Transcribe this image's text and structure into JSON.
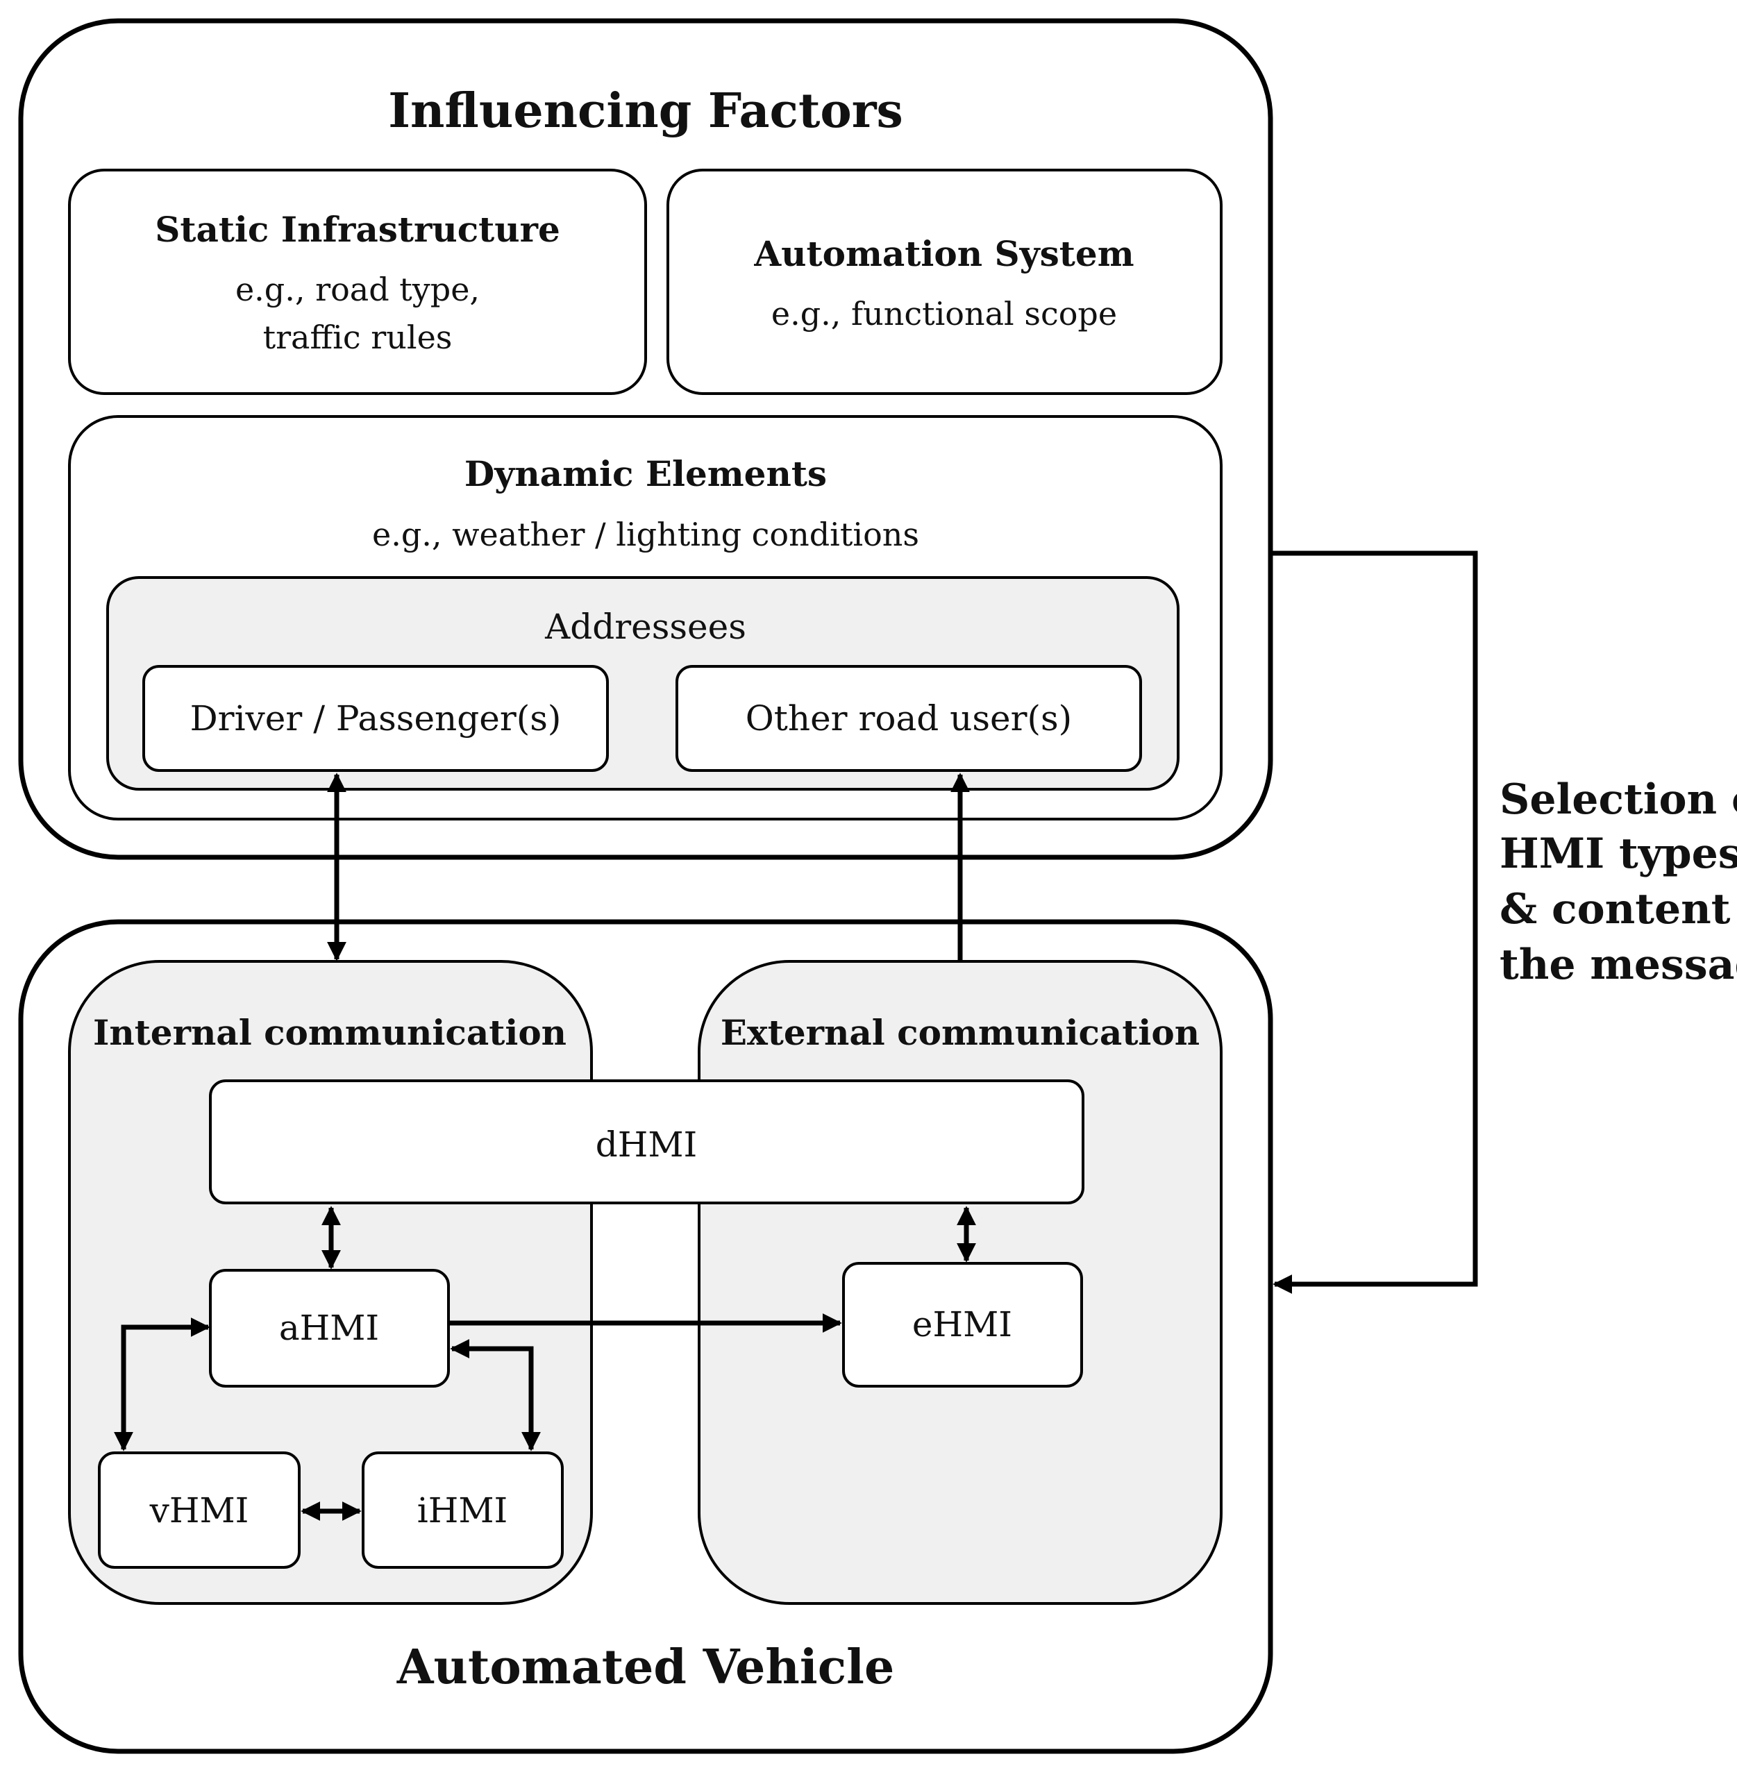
{
  "influencing_factors": {
    "title": "Influencing Factors",
    "static_infrastructure": {
      "title": "Static Infrastructure",
      "example_line1": "e.g., road type,",
      "example_line2": "traffic rules"
    },
    "automation_system": {
      "title": "Automation System",
      "example": "e.g., functional scope"
    },
    "dynamic_elements": {
      "title": "Dynamic Elements",
      "example": "e.g., weather / lighting conditions"
    },
    "addressees": {
      "title": "Addressees",
      "driver": "Driver / Passenger(s)",
      "other": "Other road user(s)"
    }
  },
  "automated_vehicle": {
    "title": "Automated Vehicle",
    "internal": "Internal communication",
    "external": "External communication",
    "dhmi": "dHMI",
    "ahmi": "aHMI",
    "ehmi": "eHMI",
    "vhmi": "vHMI",
    "ihmi": "iHMI"
  },
  "feedback_label": {
    "line1": "Selection of",
    "line2": "HMI types",
    "line3": "& content of",
    "line4": "the message"
  }
}
